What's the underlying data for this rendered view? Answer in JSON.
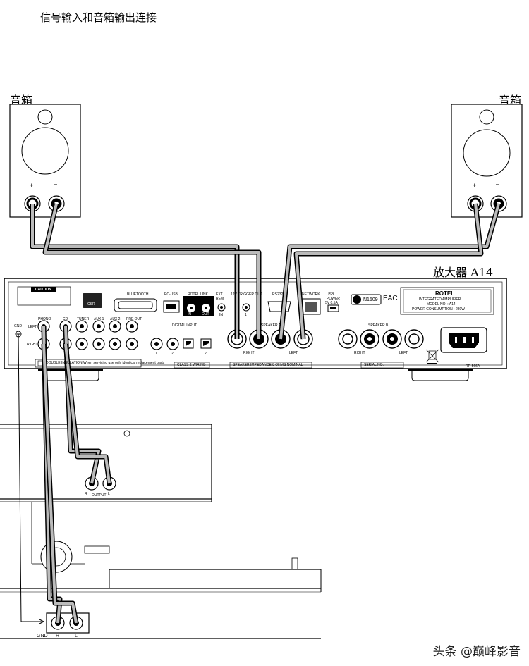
{
  "title": "信号输入和音箱输出连接",
  "speaker_left_label": "音箱",
  "speaker_right_label": "音箱",
  "speaker_polarity": {
    "plus": "+",
    "minus": "–"
  },
  "amp_label": "放大器 A14",
  "amp_panel": {
    "caution": "CAUTION",
    "bluetooth": "BLUETOOTH",
    "pcusb": "PC-USB",
    "rotel_link": "ROTEL LINK",
    "link_in": "IN",
    "link_out": "OUT",
    "ext_rem": "EXT REM",
    "ext_in": "IN",
    "trigger": "12V TRIGGER OUT",
    "trigger_1": "1",
    "rs232": "RS232",
    "network": "NETWORK",
    "usb_power": "USB POWER",
    "usb_power_spec": "5V 0.5A",
    "n1509": "N1509",
    "eac": "EAC",
    "rotel": "ROTEL",
    "integrated": "INTEGRATED AMPLIFIER",
    "model": "MODEL NO. : A14",
    "power": "POWER CONSUMPTION : 280W",
    "gnd": "GND",
    "left": "LEFT",
    "right": "RIGHT",
    "phono": "PHONO",
    "cd": "CD",
    "tuner": "TUNER",
    "aux1": "AUX 1",
    "aux2": "AUX 2",
    "pre_out": "PRE OUT",
    "digital_input": "DIGITAL INPUT",
    "d1": "1",
    "d2": "2",
    "d3": "1",
    "d4": "2",
    "speaker_a": "SPEAKER A",
    "speaker_b": "SPEAKER B",
    "spk_right": "RIGHT",
    "spk_left": "LEFT",
    "impedance": "SPEAKER IMPEDANCE 8 OHMS NOMINAL",
    "class2": "CLASS 2 WIRING",
    "serial": "SERIAL NO.",
    "insulated": "DOUBLE INSULATION  When servicing use only identical replacement parts",
    "csr": "CSR",
    "rp": "RP-566A"
  },
  "cd_player": {
    "output": "OUTPUT",
    "r": "R",
    "l": "L"
  },
  "turntable": {
    "gnd": "GND",
    "r": "R",
    "l": "L"
  },
  "watermark": "头条 @巅峰影音"
}
